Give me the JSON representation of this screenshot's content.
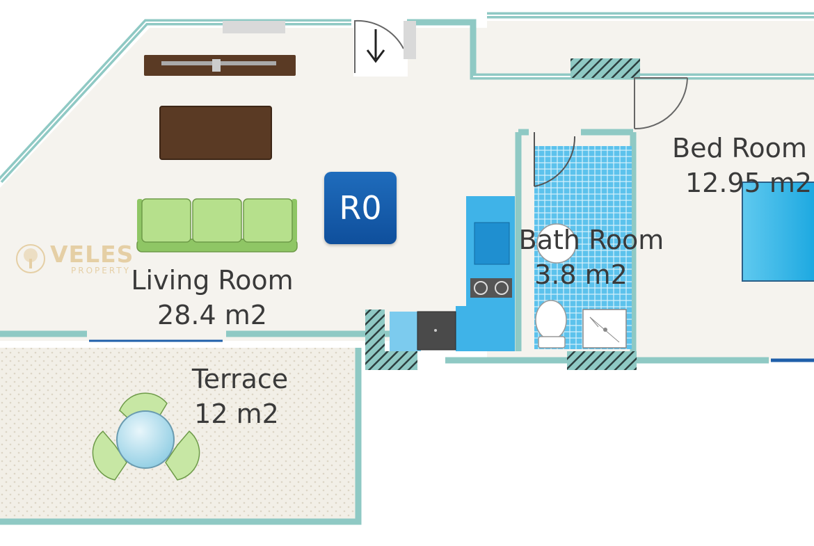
{
  "floorplan": {
    "unit_badge": "R0",
    "rooms": {
      "living": {
        "name": "Living Room",
        "area": "28.4 m2"
      },
      "bath": {
        "name": "Bath Room",
        "area": "3.8 m2"
      },
      "bed": {
        "name": "Bed Room",
        "area": "12.95 m2"
      },
      "terrace": {
        "name": "Terrace",
        "area": "12 m2"
      }
    }
  },
  "watermark": {
    "brand": "VELES",
    "tagline": "PROPERTY"
  },
  "colors": {
    "wall": "#8fc9c4",
    "floor": "#f5f3ee",
    "accent_blue": "#1f6cbc",
    "tile_blue": "#4ab8e8",
    "sofa_green": "#a8d678",
    "furniture_brown": "#5a3a24",
    "watermark_gold": "#d9b26a"
  }
}
